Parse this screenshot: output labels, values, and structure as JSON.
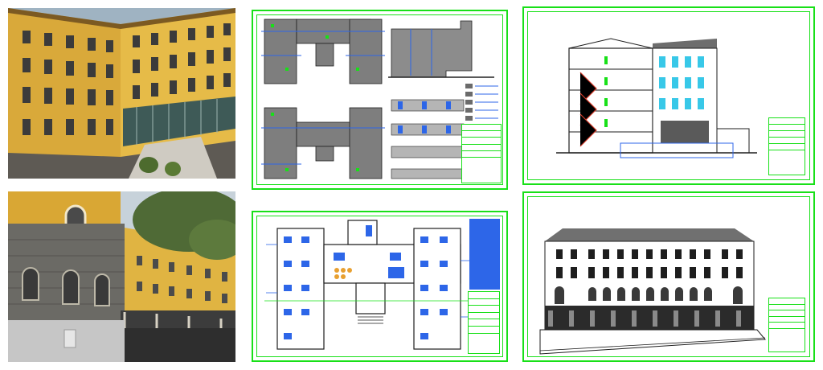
{
  "colors": {
    "cad_green": "#18e018",
    "cad_blue": "#2d66e8",
    "facade_yellow": "#e2b43c",
    "stone_grey": "#6d6b66",
    "wall_dark": "#4a4a4a"
  },
  "panels": [
    {
      "id": "photo-courtyard",
      "kind": "photograph"
    },
    {
      "id": "photo-wing-terrace",
      "kind": "photograph"
    },
    {
      "id": "sheet-survey-plans",
      "kind": "cad-drawing"
    },
    {
      "id": "sheet-design-plan",
      "kind": "cad-drawing"
    },
    {
      "id": "sheet-section",
      "kind": "cad-drawing"
    },
    {
      "id": "sheet-elevation",
      "kind": "cad-drawing"
    }
  ]
}
